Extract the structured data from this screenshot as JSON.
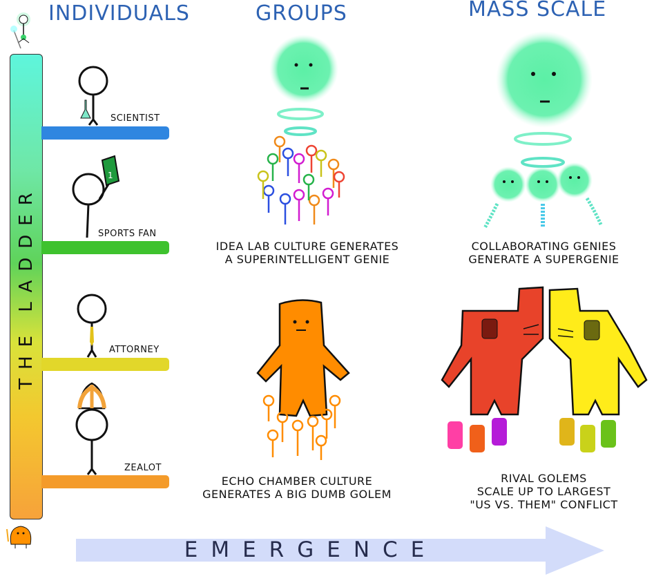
{
  "headers": {
    "individuals": "INDIVIDUALS",
    "groups": "GROUPS",
    "mass_scale": "MASS SCALE"
  },
  "ladder": {
    "title": "THE LADDER",
    "rungs": [
      {
        "label": "SCIENTIST",
        "color": "#2f86e0"
      },
      {
        "label": "SPORTS FAN",
        "color": "#3ec22e"
      },
      {
        "label": "ATTORNEY",
        "color": "#e2d72a"
      },
      {
        "label": "ZEALOT",
        "color": "#f49b2a"
      }
    ]
  },
  "captions": {
    "idea_lab": [
      "IDEA LAB CULTURE GENERATES",
      "A SUPERINTELLIGENT GENIE"
    ],
    "collab": [
      "COLLABORATING GENIES",
      "GENERATE A SUPERGENIE"
    ],
    "echo": [
      "ECHO CHAMBER CULTURE",
      "GENERATES A BIG DUMB GOLEM"
    ],
    "rival": [
      "RIVAL GOLEMS",
      "SCALE UP TO LARGEST",
      "\"US VS. THEM\" CONFLICT"
    ]
  },
  "fan_finger_number": "1",
  "arrow": {
    "label": "EMERGENCE",
    "color": "#d3dcfa"
  }
}
